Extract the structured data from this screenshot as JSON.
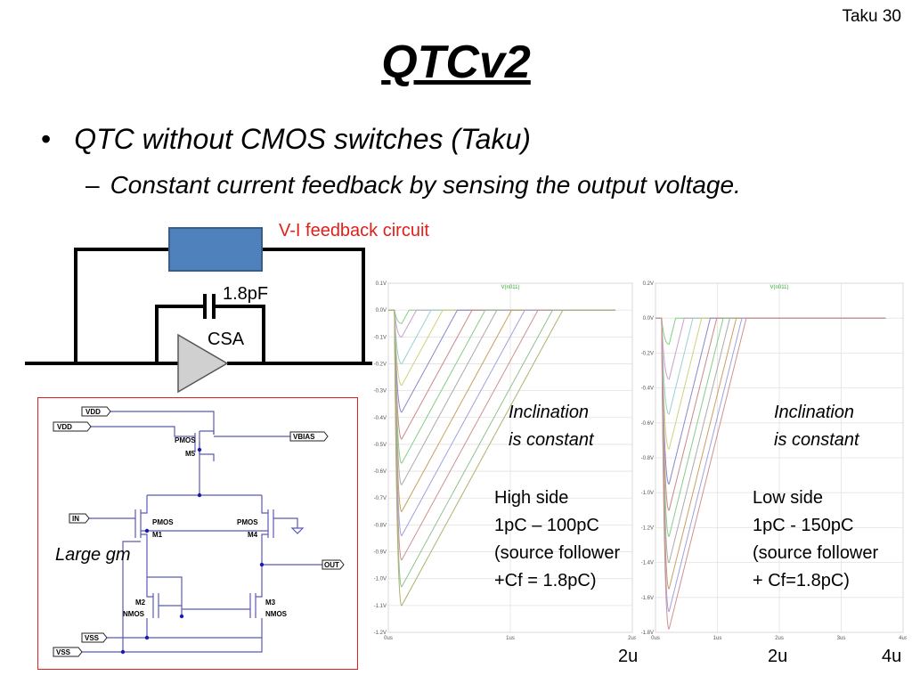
{
  "slide_number": "Taku 30",
  "title": "QTCv2",
  "bullet": "QTC without CMOS switches (Taku)",
  "sub_bullet": "Constant current feedback by sensing the output voltage.",
  "circuit": {
    "feedback_label": "V-I feedback circuit",
    "cap_label": "1.8pF",
    "amp_label": "CSA",
    "large_gm_label": "Large gm",
    "schematic_labels": {
      "vdd_top": "VDD",
      "vdd": "VDD",
      "vbias": "VBIAS",
      "in": "IN",
      "out": "OUT",
      "vss_top": "VSS",
      "vss": "VSS",
      "pmos_m5": "PMOS",
      "m5": "M5",
      "pmos_m1": "PMOS",
      "m1": "M1",
      "pmos_m4": "PMOS",
      "m4": "M4",
      "m2": "M2",
      "nmos_m2": "NMOS",
      "m3": "M3",
      "nmos_m3": "NMOS"
    },
    "colors": {
      "feedback_box": "#4f81bd",
      "label_red": "#e0201b",
      "frame_red": "#e0201b"
    }
  },
  "plots": {
    "high": {
      "y_ticks": [
        "0.1V",
        "0.0V",
        "-0.1V",
        "-0.2V",
        "-0.3V",
        "-0.4V",
        "-0.5V",
        "-0.6V",
        "-0.7V",
        "-0.8V",
        "-0.9V",
        "-1.0V",
        "-1.1V",
        "-1.2V"
      ],
      "x_ticks": [
        "0us",
        "1us",
        "2us"
      ],
      "trace_label": "V(n011)",
      "minima": [
        -0.05,
        -0.1,
        -0.2,
        -0.28,
        -0.38,
        -0.48,
        -0.57,
        -0.65,
        -0.75,
        -0.84,
        -0.93,
        -1.03,
        -1.1
      ],
      "annotation_lines": [
        "Inclination",
        "is constant"
      ],
      "desc_lines": [
        "High side",
        "1pC – 100pC",
        "(source follower",
        "+Cf = 1.8pC)"
      ],
      "x_end_label": "2u"
    },
    "low": {
      "y_ticks": [
        "0.2V",
        "0.0V",
        "-0.2V",
        "-0.4V",
        "-0.6V",
        "-0.8V",
        "-1.0V",
        "-1.2V",
        "-1.4V",
        "-1.6V",
        "-1.8V"
      ],
      "x_ticks": [
        "0us",
        "1us",
        "2us",
        "3us",
        "4us"
      ],
      "trace_label": "V(n011)",
      "minima": [
        -0.15,
        -0.35,
        -0.55,
        -0.75,
        -0.95,
        -1.1,
        -1.25,
        -1.4,
        -1.55,
        -1.68,
        -1.78
      ],
      "annotation_lines": [
        "Inclination",
        "is constant"
      ],
      "desc_lines": [
        "Low side",
        "1pC -  150pC",
        "(source follower",
        "+ Cf=1.8pC)"
      ],
      "x_mid_label": "2u",
      "x_end_label": "4u"
    },
    "trace_colors": [
      "#7fd07f",
      "#c9a0d0",
      "#9ad0d0",
      "#d0d07a",
      "#8888cc",
      "#cc8888",
      "#88cc88",
      "#aaaaaa",
      "#c8a060",
      "#a0a0e0",
      "#d09090",
      "#90c090",
      "#b0b070"
    ]
  }
}
